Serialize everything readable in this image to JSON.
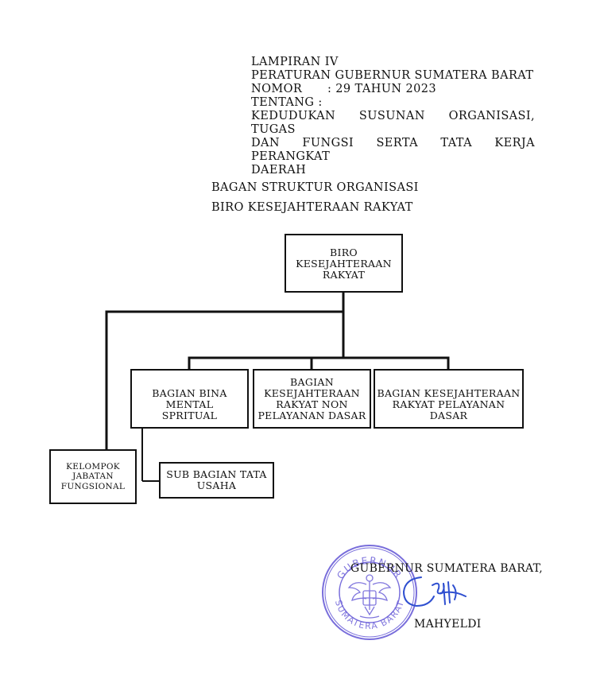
{
  "header": {
    "lampiran": "LAMPIRAN  IV",
    "peraturan": "PERATURAN GUBERNUR  SUMATERA BARAT",
    "nomor_label": "NOMOR",
    "nomor_value": ":  29 TAHUN 2023",
    "tentang": "TENTANG  :",
    "about_line1": "KEDUDUKAN SUSUNAN ORGANISASI, TUGAS",
    "about_line2": "DAN FUNGSI SERTA TATA KERJA PERANGKAT",
    "about_line3": "DAERAH"
  },
  "titles": {
    "line1": "BAGAN STRUKTUR ORGANISASI",
    "line2": "BIRO KESEJAHTERAAN RAKYAT"
  },
  "org": {
    "biro": [
      "BIRO",
      "KESEJAHTERAAN",
      "RAKYAT"
    ],
    "bina_mental": [
      "BAGIAN BINA MENTAL",
      "SPRITUAL"
    ],
    "non_pelayanan": [
      "BAGIAN",
      "KESEJAHTERAAN",
      "RAKYAT NON",
      "PELAYANAN DASAR"
    ],
    "pelayanan": [
      "BAGIAN KESEJAHTERAAN",
      "RAKYAT PELAYANAN DASAR"
    ],
    "kelompok": [
      "KELOMPOK",
      "JABATAN",
      "FUNGSIONAL"
    ],
    "sub_bagian": [
      "SUB BAGIAN TATA",
      "USAHA"
    ]
  },
  "signature": {
    "position": "GUBERNUR SUMATERA BARAT,",
    "name": "MAHYELDI",
    "seal_top": "GUBERNUR",
    "seal_bottom": "SUMATERA BARAT"
  },
  "colors": {
    "ink": "#111111",
    "seal": "#6b5fd8",
    "signature": "#2f4fd0"
  }
}
